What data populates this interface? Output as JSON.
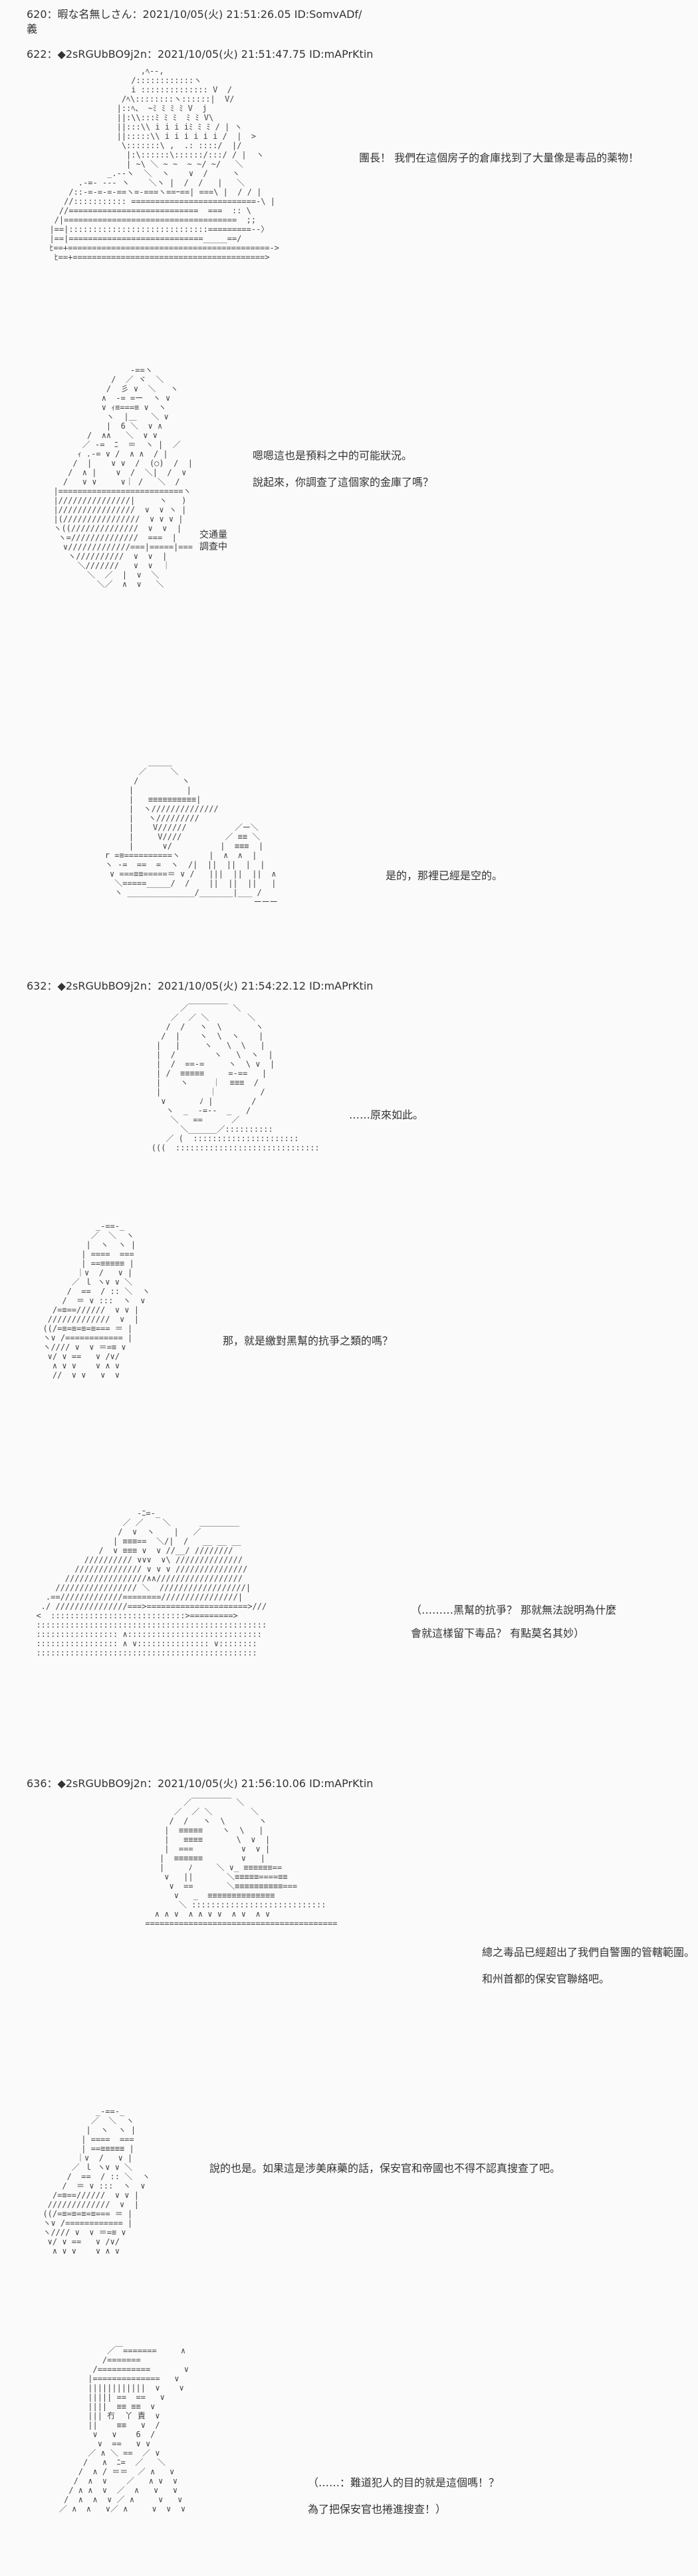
{
  "posts": [
    {
      "header": "620：暇な名無しさん：2021/10/05(火) 21:51:26.05 ID:SomvADf/",
      "body": "義"
    },
    {
      "header": "622：◆2sRGUbBO9j2n：2021/10/05(火) 21:51:47.75 ID:mAPrKtin"
    },
    {
      "header": "632：◆2sRGUbBO9j2n：2021/10/05(火) 21:54:22.12 ID:mAPrKtin"
    },
    {
      "header": "636：◆2sRGUbBO9j2n：2021/10/05(火) 21:56:10.06 ID:mAPrKtin"
    }
  ],
  "captions": {
    "c1": "團長！ 我們在這個房子的倉庫找到了大量像是毒品的薬物！",
    "c2a": "嗯嗯這也是預料之中的可能狀況。",
    "c2b": "說起來，你調查了這個家的金庫了嗎？",
    "c2tag": "交通量\n調查中",
    "c3": "是的，那裡已經是空的。",
    "c4": "……原來如此。",
    "c5": "那，就是繳對黑幫的抗爭之類的嗎？",
    "c6a": "（………黑幫的抗爭？ 那就無法說明為什麼",
    "c6b": "會就這樣留下毒品？ 有點莫名其妙）",
    "c7a": "總之毒品已經超出了我們自警團的管轄範圍。",
    "c7b": "和州首都的保安官聯絡吧。",
    "c8": "說的也是。如果這是涉美麻藥的話，保安官和帝國也不得不認真搜查了吧。",
    "c9a": "（……：難道犯人的目的就是這個嗎！？",
    "c9b": "為了把保安官也捲進搜查！）"
  }
}
